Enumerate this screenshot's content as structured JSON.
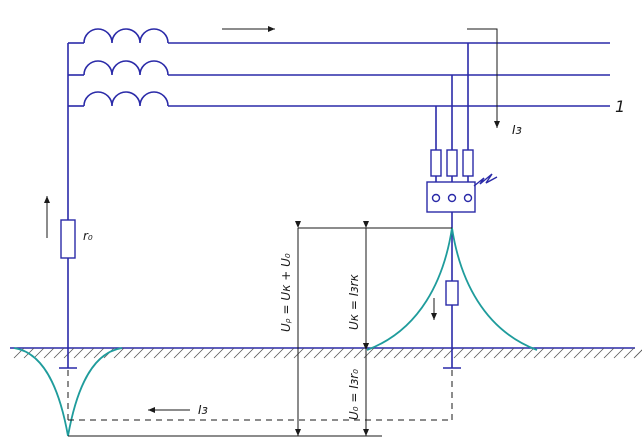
{
  "labels": {
    "line_number": "1",
    "r0": "r₀",
    "fault_current_top": "Iз",
    "fault_current_bottom": "Iз",
    "up_formula": "Uᵨ = Uк + U₀",
    "uk_formula": "Uк = Iзrк",
    "u0_formula": "U₀ = Iзr₀"
  },
  "colors": {
    "wire": "#2a2aa8",
    "potential_curve": "#1f9c9c",
    "annotation": "#1a1a1a"
  }
}
